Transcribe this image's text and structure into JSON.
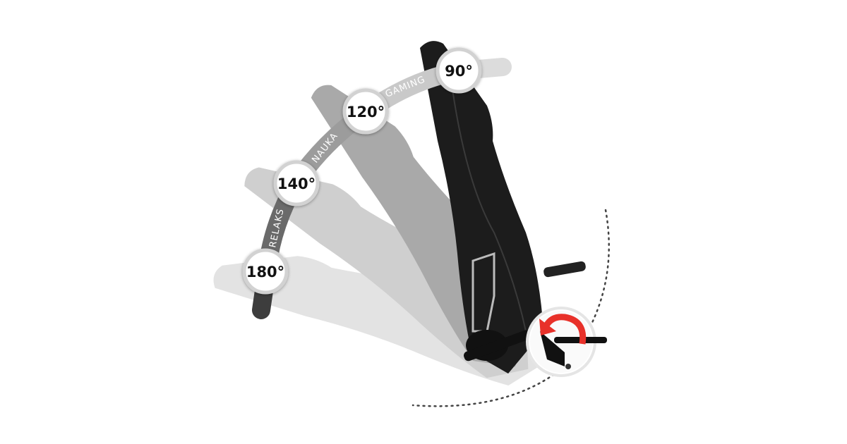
{
  "angles": [
    {
      "label": "90°",
      "mode": "GAMING"
    },
    {
      "label": "120°",
      "mode": "NAUKA"
    },
    {
      "label": "140°",
      "mode": "RELAKS"
    },
    {
      "label": "180°",
      "mode": ""
    }
  ],
  "colors": {
    "accent": "#e8312a",
    "chair": "#1a1a1a"
  }
}
